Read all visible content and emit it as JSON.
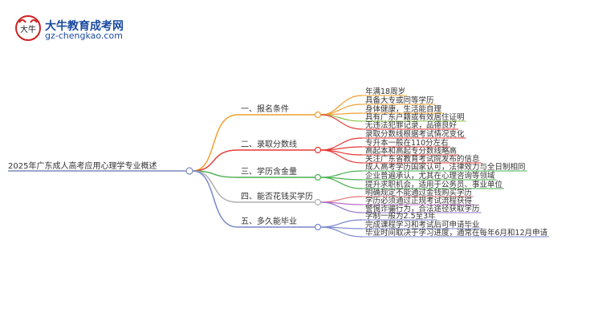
{
  "brand": {
    "title": "大牛教育成考网",
    "url": "gz-chengkao.com",
    "logo_icon": "bull-logo-icon",
    "logo_text": "大牛"
  },
  "mindmap": {
    "root": "2025年广东成人高考应用心理学专业概述",
    "branches": [
      {
        "label": "一、报名条件",
        "color": "#f0a030",
        "leaves": [
          {
            "text": "年满18周岁",
            "color": "#f0a030"
          },
          {
            "text": "具备大专或同等学历",
            "color": "#f0a030"
          },
          {
            "text": "身体健康，生活能自理",
            "color": "#f0a030"
          },
          {
            "text": "具有广东户籍或有效居住证明",
            "color": "#8bc34a"
          },
          {
            "text": "无违法犯罪记录，品德良好",
            "color": "#e53935"
          }
        ]
      },
      {
        "label": "二、录取分数线",
        "color": "#e53935",
        "leaves": [
          {
            "text": "录取分数线根据考试情况变化",
            "color": "#e53935"
          },
          {
            "text": "专升本一般在110分左右",
            "color": "#e53935"
          },
          {
            "text": "高起本和高起专分数线略高",
            "color": "#e53935"
          },
          {
            "text": "关注广东省教育考试院发布的信息",
            "color": "#e53935"
          }
        ]
      },
      {
        "label": "三、学历含金量",
        "color": "#4caf50",
        "leaves": [
          {
            "text": "成人高考学历国家认可，法律效力与全日制相同",
            "color": "#4caf50"
          },
          {
            "text": "企业普遍承认，尤其在心理咨询等领域",
            "color": "#4caf50"
          },
          {
            "text": "提升求职机会，适用于公务员、事业单位",
            "color": "#4caf50"
          }
        ]
      },
      {
        "label": "四、能否花钱买学历",
        "color": "#b0b0b0",
        "leaves": [
          {
            "text": "明确规定不能通过金钱购买学历",
            "color": "#e57373"
          },
          {
            "text": "学历必须通过正规考试流程获得",
            "color": "#ba68c8"
          },
          {
            "text": "警惕诈骗行为，合法途径获取学历",
            "color": "#9575cd"
          }
        ]
      },
      {
        "label": "五、多久能毕业",
        "color": "#7986cb",
        "leaves": [
          {
            "text": "学制一般为2.5至3年",
            "color": "#7986cb"
          },
          {
            "text": "完成课程学习和考试后可申请毕业",
            "color": "#7986cb"
          },
          {
            "text": "毕业时间取决于学习进度，通常在每年6月和12月申请",
            "color": "#7986cb"
          }
        ]
      }
    ]
  }
}
